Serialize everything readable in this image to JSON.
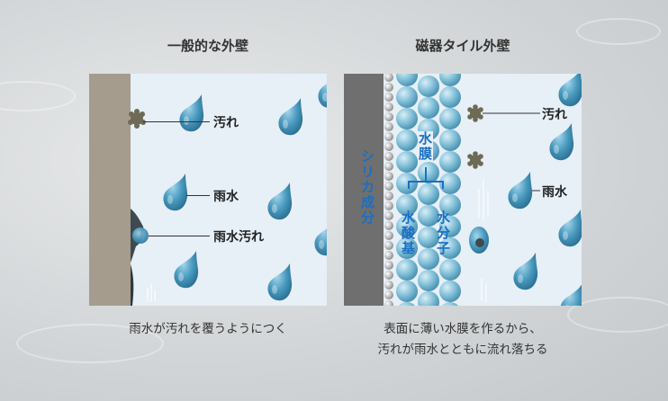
{
  "left": {
    "title": "一般的な外壁",
    "labels": {
      "dirt": "汚れ",
      "rain": "雨水",
      "rain_dirt": "雨水汚れ"
    },
    "caption": "雨水が汚れを覆うようにつく"
  },
  "right": {
    "title": "磁器タイル外壁",
    "labels": {
      "dirt": "汚れ",
      "rain": "雨水",
      "silica": "シリカ成分",
      "water_film": "水膜",
      "hydroxyl": "水酸基",
      "water_molecule": "水分子"
    },
    "caption_line1": "表面に薄い水膜を作るから、",
    "caption_line2": "汚れが雨水とともに流れ落ちる"
  },
  "colors": {
    "panel_bg": "#e7eff7",
    "wall_left": "#a59c8e",
    "wall_right": "#6f6f6f",
    "drop": "#3f8fb4",
    "sphere": "#6fb3cd",
    "label_blue": "#1a6fc4"
  }
}
